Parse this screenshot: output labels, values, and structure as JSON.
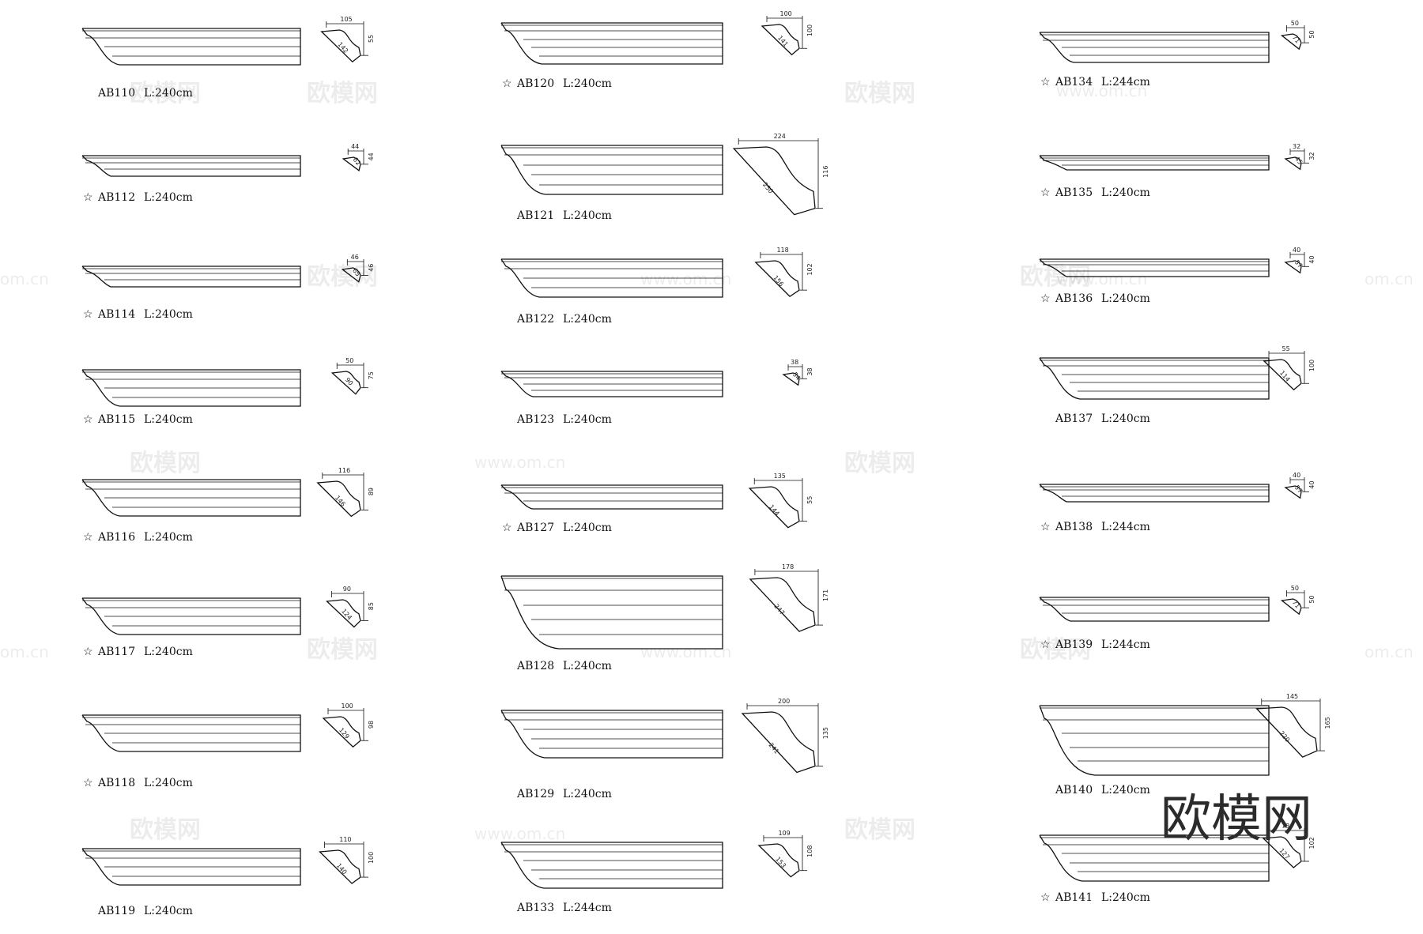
{
  "logo": "欧模网",
  "watermark": {
    "logo": "欧模网",
    "url": "www.om.cn",
    "url_short": "om.cn"
  },
  "columns": [
    {
      "items": [
        {
          "code": "AB110",
          "length": "L:240cm",
          "star": false,
          "dims": [
            "105",
            "55",
            "142"
          ]
        },
        {
          "code": "AB112",
          "length": "L:240cm",
          "star": true,
          "dims": [
            "44",
            "44",
            "62"
          ]
        },
        {
          "code": "AB114",
          "length": "L:240cm",
          "star": true,
          "dims": [
            "46",
            "46",
            "65"
          ]
        },
        {
          "code": "AB115",
          "length": "L:240cm",
          "star": true,
          "dims": [
            "50",
            "75",
            "90"
          ]
        },
        {
          "code": "AB116",
          "length": "L:240cm",
          "star": true,
          "dims": [
            "116",
            "89",
            "146"
          ]
        },
        {
          "code": "AB117",
          "length": "L:240cm",
          "star": true,
          "dims": [
            "90",
            "85",
            "124"
          ]
        },
        {
          "code": "AB118",
          "length": "L:240cm",
          "star": true,
          "dims": [
            "100",
            "98",
            "129"
          ]
        },
        {
          "code": "AB119",
          "length": "L:240cm",
          "star": false,
          "dims": [
            "110",
            "100",
            "140"
          ]
        }
      ]
    },
    {
      "items": [
        {
          "code": "AB120",
          "length": "L:240cm",
          "star": true,
          "dims": [
            "100",
            "100",
            "141"
          ]
        },
        {
          "code": "AB121",
          "length": "L:240cm",
          "star": false,
          "dims": [
            "224",
            "116",
            "250"
          ]
        },
        {
          "code": "AB122",
          "length": "L:240cm",
          "star": false,
          "dims": [
            "118",
            "102",
            "156"
          ]
        },
        {
          "code": "AB123",
          "length": "L:240cm",
          "star": false,
          "dims": [
            "38",
            "38",
            "54"
          ]
        },
        {
          "code": "AB127",
          "length": "L:240cm",
          "star": true,
          "dims": [
            "135",
            "55",
            "144"
          ]
        },
        {
          "code": "AB128",
          "length": "L:240cm",
          "star": false,
          "dims": [
            "178",
            "171",
            "247"
          ]
        },
        {
          "code": "AB129",
          "length": "L:240cm",
          "star": false,
          "dims": [
            "200",
            "135",
            "241"
          ]
        },
        {
          "code": "AB133",
          "length": "L:244cm",
          "star": false,
          "dims": [
            "109",
            "108",
            "153"
          ]
        }
      ]
    },
    {
      "items": [
        {
          "code": "AB134",
          "length": "L:244cm",
          "star": true,
          "dims": [
            "50",
            "50",
            "71"
          ]
        },
        {
          "code": "AB135",
          "length": "L:240cm",
          "star": true,
          "dims": [
            "32",
            "32",
            "45"
          ]
        },
        {
          "code": "AB136",
          "length": "L:240cm",
          "star": true,
          "dims": [
            "40",
            "40",
            "57"
          ]
        },
        {
          "code": "AB137",
          "length": "L:240cm",
          "star": false,
          "dims": [
            "55",
            "100",
            "114"
          ]
        },
        {
          "code": "AB138",
          "length": "L:244cm",
          "star": true,
          "dims": [
            "40",
            "40",
            "57"
          ]
        },
        {
          "code": "AB139",
          "length": "L:244cm",
          "star": true,
          "dims": [
            "50",
            "50",
            "71"
          ]
        },
        {
          "code": "AB140",
          "length": "L:240cm",
          "star": false,
          "dims": [
            "145",
            "165",
            "220"
          ]
        },
        {
          "code": "AB141",
          "length": "L:240cm",
          "star": true,
          "dims": [
            "78",
            "102",
            "127"
          ]
        }
      ]
    }
  ]
}
